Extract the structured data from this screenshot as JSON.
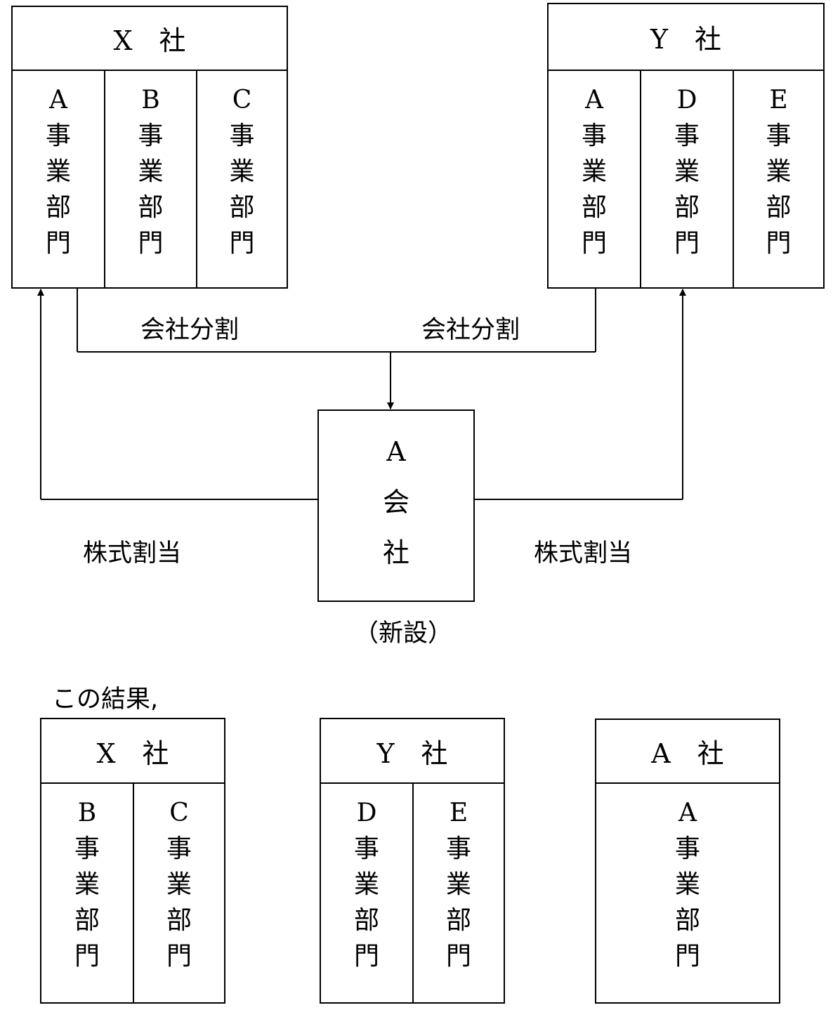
{
  "top": {
    "x_company": {
      "title": "X　社",
      "units": [
        {
          "letter": "A",
          "word": "事業部門"
        },
        {
          "letter": "B",
          "word": "事業部門"
        },
        {
          "letter": "C",
          "word": "事業部門"
        }
      ]
    },
    "y_company": {
      "title": "Y　社",
      "units": [
        {
          "letter": "A",
          "word": "事業部門"
        },
        {
          "letter": "D",
          "word": "事業部門"
        },
        {
          "letter": "E",
          "word": "事業部門"
        }
      ]
    },
    "a_company": {
      "chars": [
        "A",
        "会",
        "社"
      ],
      "note": "（新設）"
    },
    "split_left": "会社分割",
    "split_right": "会社分割",
    "allot_left": "株式割当",
    "allot_right": "株式割当"
  },
  "result_label": "この結果,",
  "bottom": {
    "x_company": {
      "title": "X　社",
      "units": [
        {
          "letter": "B",
          "word": "事業部門"
        },
        {
          "letter": "C",
          "word": "事業部門"
        }
      ]
    },
    "y_company": {
      "title": "Y　社",
      "units": [
        {
          "letter": "D",
          "word": "事業部門"
        },
        {
          "letter": "E",
          "word": "事業部門"
        }
      ]
    },
    "a_company": {
      "title": "A　社",
      "units": [
        {
          "letter": "A",
          "word": "事業部門"
        }
      ]
    }
  }
}
